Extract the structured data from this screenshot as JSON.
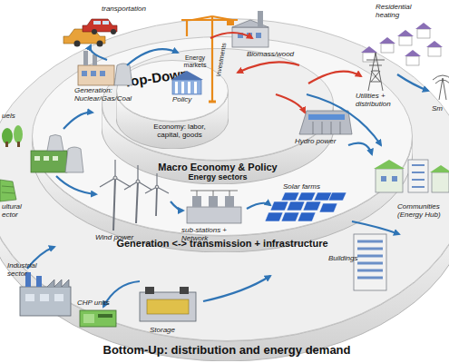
{
  "diagram": {
    "nodes": [
      {
        "text": [
          "Bottom-Up: distribution and energy demand"
        ]
      },
      {
        "text": [
          "Generation <-> transmission + infrastructure"
        ],
        "in": 0
      },
      {
        "text": [
          "Macro Economy & Policy",
          "Energy sectors"
        ],
        "in": 1
      },
      {
        "text": [
          "Top-Down",
          "Economy: labor, capital, goods"
        ],
        "in": 2
      }
    ],
    "labels": [
      "transportation",
      "Biomass/wood",
      "Residential heating",
      "Energy markets",
      "Investments",
      "Policy",
      "Utilities + distribution",
      "Sm",
      "Generation: Nuclear/Gas/Coal",
      "uels",
      "Hydro power",
      "Solar farms",
      "Communities (Energy Hub)",
      "Wind power",
      "sub-stations + Network",
      "Buildings",
      "ultural ector",
      "Industrial sector",
      "CHP units",
      "Storage"
    ]
  }
}
